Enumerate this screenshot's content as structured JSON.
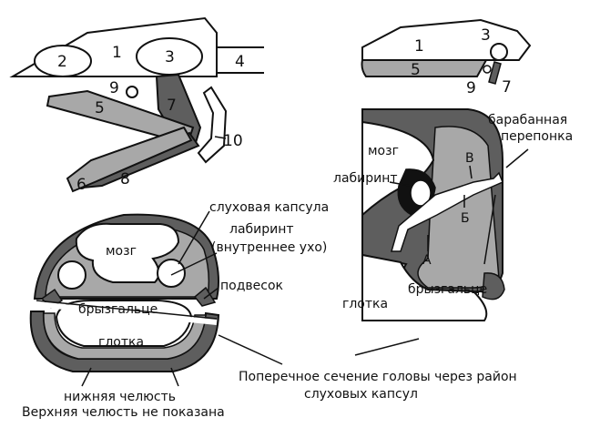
{
  "skull_diagram": {
    "numbers": {
      "n1": "1",
      "n2": "2",
      "n3": "3",
      "n4": "4",
      "n5": "5",
      "n6": "6",
      "n7": "7",
      "n8": "8",
      "n9": "9",
      "n10": "10"
    }
  },
  "small_diagram": {
    "numbers": {
      "n1": "1",
      "n3": "3",
      "n5": "5",
      "n7": "7",
      "n9": "9"
    }
  },
  "cross_section": {
    "labels": {
      "auditory_capsule": "слуховая капсула",
      "labyrinth": "лабиринт",
      "inner_ear": "(внутреннее ухо)",
      "brain": "мозг",
      "suspensorium": "подвесок",
      "spiracle": "брызгальце",
      "pharynx": "глотка",
      "lower_jaw": "нижняя челюсть",
      "upper_jaw_note": "Верхняя челюсть не показана"
    }
  },
  "ear_section": {
    "labels": {
      "eardrum_line1": "барабанная",
      "eardrum_line2": "перепонка",
      "brain": "мозг",
      "labyrinth": "лабиринт",
      "point_v": "В",
      "point_b": "Б",
      "point_a": "А",
      "spiracle": "брызгальце",
      "pharynx": "глотка"
    }
  },
  "caption": {
    "line1": "Поперечное сечение головы через район",
    "line2": "слуховых капсул"
  },
  "colors": {
    "dark": "#5e5e5e",
    "light": "#a8a8a8",
    "white": "#ffffff",
    "stroke": "#111111"
  }
}
